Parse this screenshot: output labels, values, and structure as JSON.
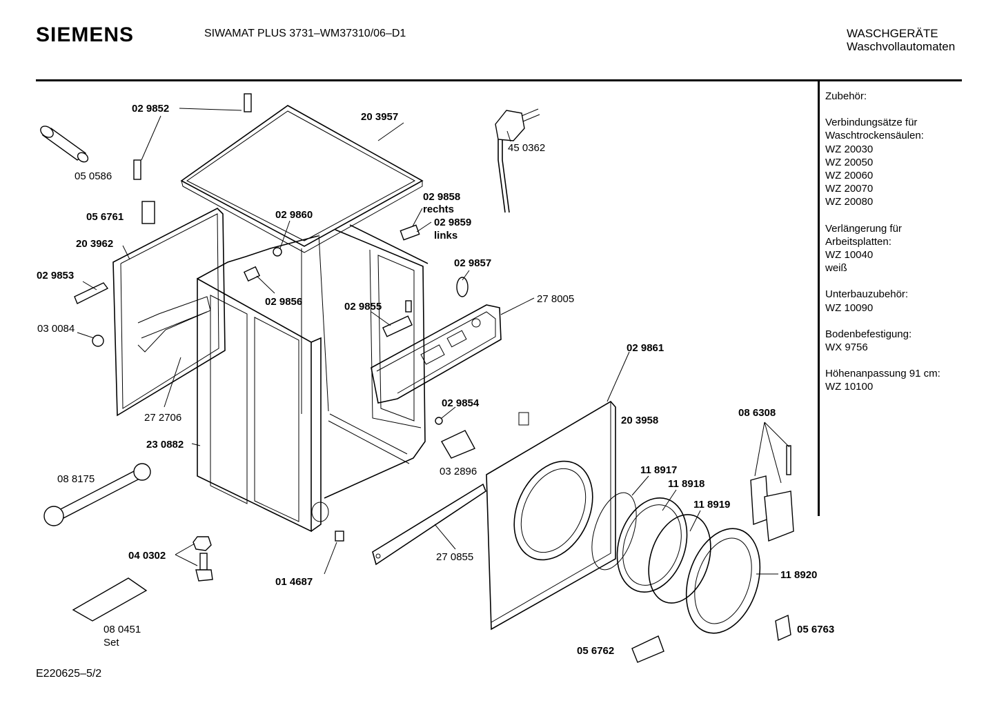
{
  "header": {
    "brand": "SIEMENS",
    "model": "SIWAMAT PLUS 3731–WM37310/06–D1",
    "category_line1": "WASCHGERÄTE",
    "category_line2": "Waschvollautomaten"
  },
  "accessories": {
    "title": "Zubehör:",
    "groups": [
      {
        "lines": [
          "Verbindungsätze für",
          "Waschtrockensäulen:",
          "WZ 20030",
          "WZ 20050",
          "WZ 20060",
          "WZ 20070",
          "WZ 20080"
        ]
      },
      {
        "lines": [
          "Verlängerung für",
          "Arbeitsplatten:",
          "WZ 10040",
          "weiß"
        ]
      },
      {
        "lines": [
          "Unterbauzubehör:",
          "WZ 10090"
        ]
      },
      {
        "lines": [
          "Bodenbefestigung:",
          "WX 9756"
        ]
      },
      {
        "lines": [
          "Höhenanpassung 91 cm:",
          "WZ 10100"
        ]
      }
    ]
  },
  "parts": {
    "p029852": "02 9852",
    "p203957": "20 3957",
    "p450362": "45 0362",
    "p050586": "05 0586",
    "p056761": "05 6761",
    "p029860": "02 9860",
    "p029858": "02 9858",
    "rechts": "rechts",
    "p029859": "02 9859",
    "links": "links",
    "p203962": "20 3962",
    "p029853": "02 9853",
    "p029857": "02 9857",
    "p029856": "02 9856",
    "p029855": "02 9855",
    "p278005": "27 8005",
    "p030084": "03 0084",
    "p029861": "02 9861",
    "p272706": "27 2706",
    "p029854": "02 9854",
    "p203958": "20 3958",
    "p086308": "08 6308",
    "p230882": "23 0882",
    "p032896": "03 2896",
    "p088175": "08 8175",
    "p118917": "11 8917",
    "p118918": "11 8918",
    "p118919": "11 8919",
    "p040302": "04 0302",
    "p270855": "27 0855",
    "p118920": "11 8920",
    "p014687": "01 4687",
    "p080451": "08 0451",
    "set": "Set",
    "p056763": "05 6763",
    "p056762": "05 6762"
  },
  "footer": {
    "code": "E220625–5/2"
  }
}
